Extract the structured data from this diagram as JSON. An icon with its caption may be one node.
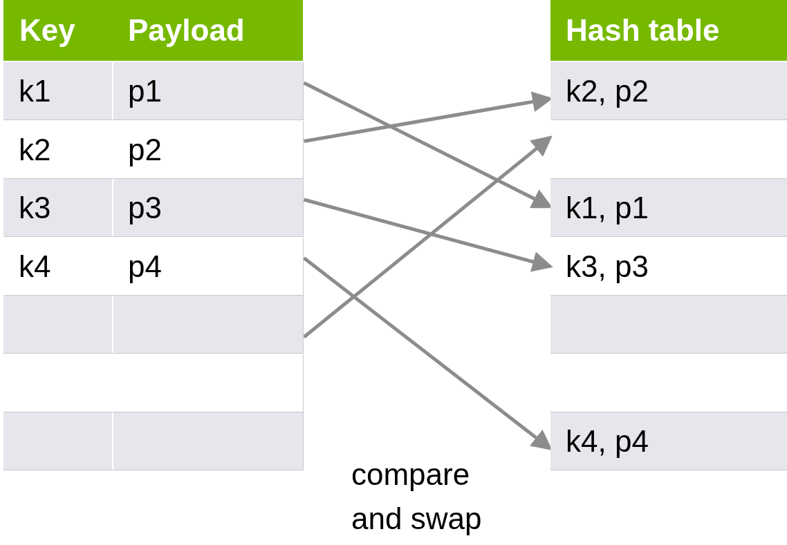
{
  "diagram": {
    "nodes": [
      {
        "text": [
          "k1",
          "p1"
        ]
      },
      {
        "text": [
          "k2",
          "p2"
        ]
      },
      {
        "text": [
          "k3",
          "p3"
        ]
      },
      {
        "text": [
          "k4",
          "p4"
        ]
      },
      {
        "text": [],
        "shape": "box"
      },
      {
        "text": [],
        "shape": "box"
      },
      {
        "text": [],
        "shape": "box"
      },
      {
        "text": [
          "k2, p2"
        ]
      },
      {
        "text": [],
        "shape": "box"
      },
      {
        "text": [
          "k1, p1"
        ]
      },
      {
        "text": [
          "k3, p3"
        ]
      },
      {
        "text": [],
        "shape": "box"
      },
      {
        "text": [],
        "shape": "box"
      },
      {
        "text": [
          "k4, p4"
        ]
      }
    ],
    "edges": [
      {
        "from": 0,
        "to": 9,
        "arrow": "to"
      },
      {
        "from": 1,
        "to": 7,
        "arrow": "to"
      },
      {
        "from": 2,
        "to": 10,
        "arrow": "to"
      },
      {
        "from": 3,
        "to": 13,
        "arrow": "to"
      },
      {
        "from": 4,
        "to": 8,
        "arrow": "to"
      }
    ],
    "labels": [
      "Key",
      "Payload",
      "Hash table",
      "compare and swap"
    ]
  }
}
